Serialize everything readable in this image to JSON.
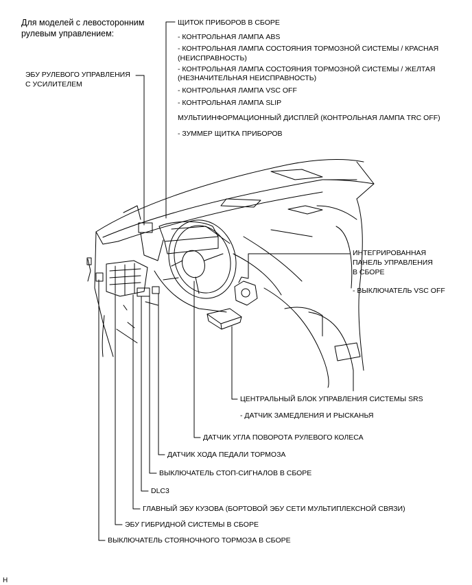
{
  "header": {
    "line1": "Для моделей с левосторонним",
    "line2": "рулевым управлением:"
  },
  "callouts": {
    "eps_ecu": [
      "ЭБУ РУЛЕВОГО УПРАВЛЕНИЯ",
      "С УСИЛИТЕЛЕМ"
    ],
    "cluster": {
      "title": "ЩИТОК ПРИБОРОВ В СБОРЕ",
      "items": [
        "- КОНТРОЛЬНАЯ ЛАМПА ABS",
        "- КОНТРОЛЬНАЯ ЛАМПА СОСТОЯНИЯ ТОРМОЗНОЙ СИСТЕМЫ / КРАСНАЯ",
        "(НЕИСПРАВНОСТЬ)",
        "- КОНТРОЛЬНАЯ ЛАМПА СОСТОЯНИЯ ТОРМОЗНОЙ СИСТЕМЫ / ЖЕЛТАЯ",
        "(НЕЗНАЧИТЕЛЬНАЯ НЕИСПРАВНОСТЬ)",
        "- КОНТРОЛЬНАЯ ЛАМПА VSC OFF",
        "- КОНТРОЛЬНАЯ ЛАМПА SLIP",
        "МУЛЬТИИНФОРМАЦИОННЫЙ ДИСПЛЕЙ (КОНТРОЛЬНАЯ ЛАМПА TRC OFF)",
        "- ЗУММЕР ЩИТКА ПРИБОРОВ"
      ]
    },
    "control_panel": [
      "ИНТЕГРИРОВАННАЯ",
      "ПАНЕЛЬ УПРАВЛЕНИЯ",
      "В СБОРЕ"
    ],
    "vsc_switch": "- ВЫКЛЮЧАТЕЛЬ VSC OFF",
    "srs": "ЦЕНТРАЛЬНЫЙ БЛОК УПРАВЛЕНИЯ СИСТЕМЫ SRS",
    "yaw": "- ДАТЧИК ЗАМЕДЛЕНИЯ И РЫСКАНЬЯ",
    "steer_angle": "ДАТЧИК УГЛА ПОВОРОТА РУЛЕВОГО КОЛЕСА",
    "pedal_stroke": "ДАТЧИК ХОДА ПЕДАЛИ ТОРМОЗА",
    "stop_switch": "ВЫКЛЮЧАТЕЛЬ СТОП-СИГНАЛОВ В СБОРЕ",
    "dlc3": "DLC3",
    "body_ecu": "ГЛАВНЫЙ ЭБУ КУЗОВА (БОРТОВОЙ ЭБУ СЕТИ МУЛЬТИПЛЕКСНОЙ СВЯЗИ)",
    "hybrid_ecu": "ЭБУ ГИБРИДНОЙ СИСТЕМЫ В СБОРЕ",
    "parking_switch": "ВЫКЛЮЧАТЕЛЬ СТОЯНОЧНОГО ТОРМОЗА В СБОРЕ"
  },
  "footer": {
    "mark": "H"
  }
}
